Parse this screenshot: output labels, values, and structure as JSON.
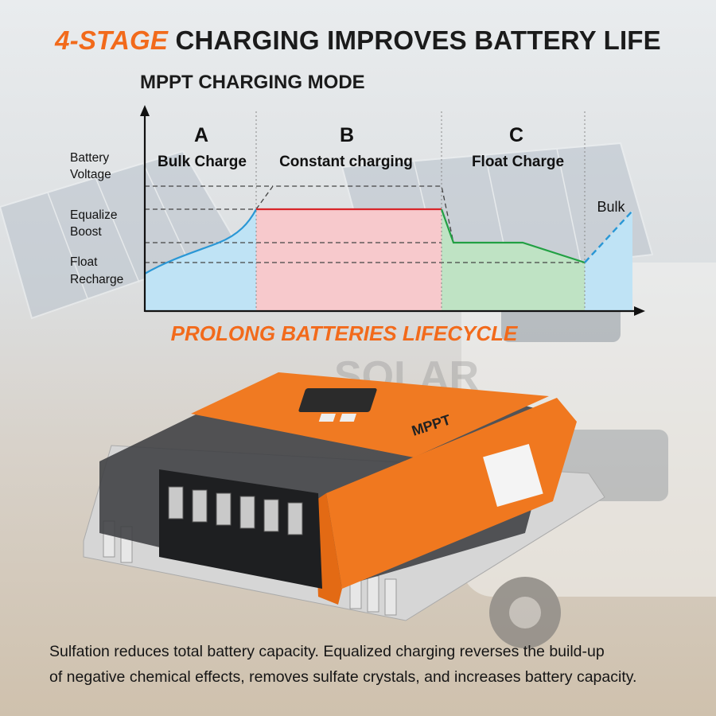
{
  "header": {
    "accent": "4-STAGE",
    "rest": "CHARGING IMPROVES BATTERY LIFE"
  },
  "subtitle": "MPPT CHARGING MODE",
  "chart_data": {
    "type": "area",
    "title": "MPPT CHARGING MODE",
    "y_levels": [
      {
        "label_lines": [
          "Battery",
          "Voltage"
        ],
        "level": 4
      },
      {
        "label_lines": [
          "Equalize",
          "Boost"
        ],
        "level": 3
      },
      {
        "label_lines": [
          "Float",
          "Recharge"
        ],
        "level": 1
      }
    ],
    "stages": [
      {
        "letter": "A",
        "name": "Bulk Charge",
        "color": "#bfe3f5"
      },
      {
        "letter": "B",
        "name": "Constant charging",
        "color": "#f7c9cc"
      },
      {
        "letter": "C",
        "name": "Float Charge",
        "color": "#bfe3c4"
      },
      {
        "letter": "",
        "name": "Bulk",
        "color": "#bfe3f5"
      }
    ],
    "line_colors": {
      "bulk": "#2a97d5",
      "constant": "#d8262a",
      "float": "#22a043",
      "guide": "#333333"
    },
    "grid": false
  },
  "lifecycle": "PROLONG BATTERIES LIFECYCLE",
  "product": {
    "brand": "MPPT",
    "watermark": "SOLAR"
  },
  "caption": {
    "line1": "Sulfation reduces total battery capacity. Equalized charging reverses the build-up",
    "line2": "of negative chemical effects, removes sulfate crystals, and increases battery capacity."
  },
  "colors": {
    "accent": "#f26a1b",
    "device_orange": "#f07a22"
  }
}
